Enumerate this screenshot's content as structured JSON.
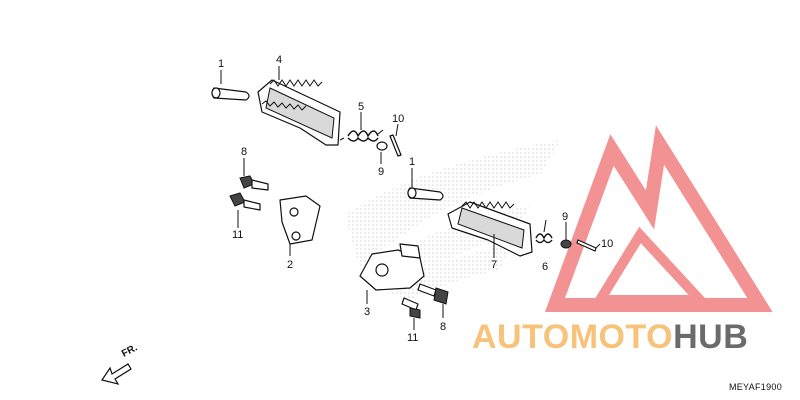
{
  "diagram_code": "MEYAF1900",
  "direction_label": "FR.",
  "watermark": {
    "word_auto": "AUTO",
    "word_moto": "MOTO",
    "word_hub": "HUB",
    "triangle_color": "#f08080",
    "auto_color": "#f7c27a",
    "hub_color": "#6b6b6b"
  },
  "callouts": {
    "c1a": "1",
    "c4": "4",
    "c5": "5",
    "c10a": "10",
    "c9a": "9",
    "c8a": "8",
    "c11a": "11",
    "c2": "2",
    "c1b": "1",
    "c7": "7",
    "c9b": "9",
    "c10b": "10",
    "c6": "6",
    "c3": "3",
    "c8b": "8",
    "c11b": "11"
  }
}
